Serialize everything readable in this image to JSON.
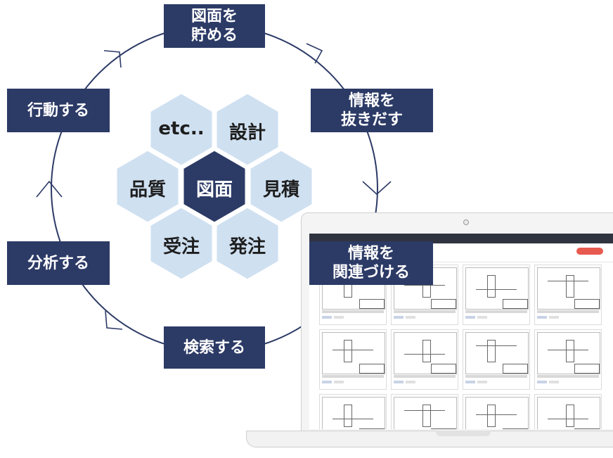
{
  "hexagons": {
    "center": "図面",
    "items": [
      "etc..",
      "設計",
      "見積",
      "発注",
      "受注",
      "品質"
    ]
  },
  "cycle_steps": {
    "store": "図面を\n貯める",
    "extract": "情報を\n抜きだす",
    "relate": "情報を\n関連づける",
    "search": "検索する",
    "analyze": "分析する",
    "act": "行動する"
  },
  "colors": {
    "label_bg": "#2c3a66",
    "hex_light": "#cfe0f1",
    "hex_dark": "#2c3a66",
    "circle": "#2c3a66"
  }
}
